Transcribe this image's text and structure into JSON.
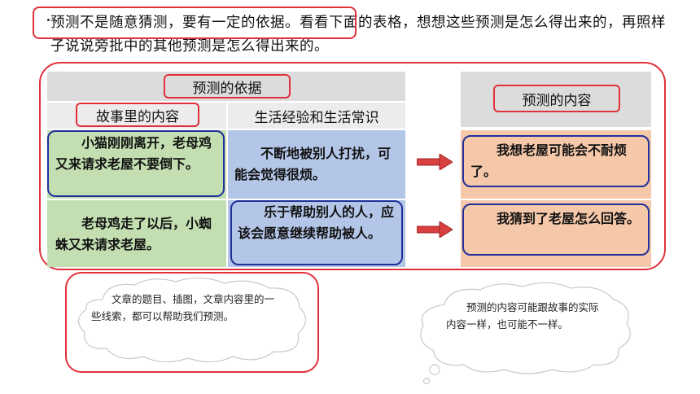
{
  "intro": {
    "text": "预测不是随意猜测，要有一定的依据。看看下面的表格，想想这些预测是怎么得出来的，再照样子说说旁批中的其他预测是怎么得出来的。"
  },
  "table": {
    "basis_header": "预测的依据",
    "story_header": "故事里的内容",
    "life_header": "生活经验和生活常识",
    "content_header": "预测的内容",
    "rows": [
      {
        "story": "小猫刚刚离开，老母鸡又来请求老屋不要倒下。",
        "life": "不断地被别人打扰，可能会觉得很烦。",
        "prediction": "我想老屋可能会不耐烦了。"
      },
      {
        "story": "老母鸡走了以后，小蜘蛛又来请求老屋。",
        "life": "乐于帮助别人的人，应该会愿意继续帮助被人。",
        "prediction": "我猜到了老屋怎么回答。"
      }
    ]
  },
  "bubbles": {
    "left": "文章的题目、插图，文章内容里的一些线索，都可以帮助我们预测。",
    "right": "预测的内容可能跟故事的实际内容一样，也可能不一样。"
  },
  "colors": {
    "accent_red": "#e0313a",
    "outline_blue": "#1f2f9a",
    "green_cell": "#c3dfb1",
    "blue_cell": "#b4c6e8",
    "peach_cell": "#f6c8aa"
  }
}
